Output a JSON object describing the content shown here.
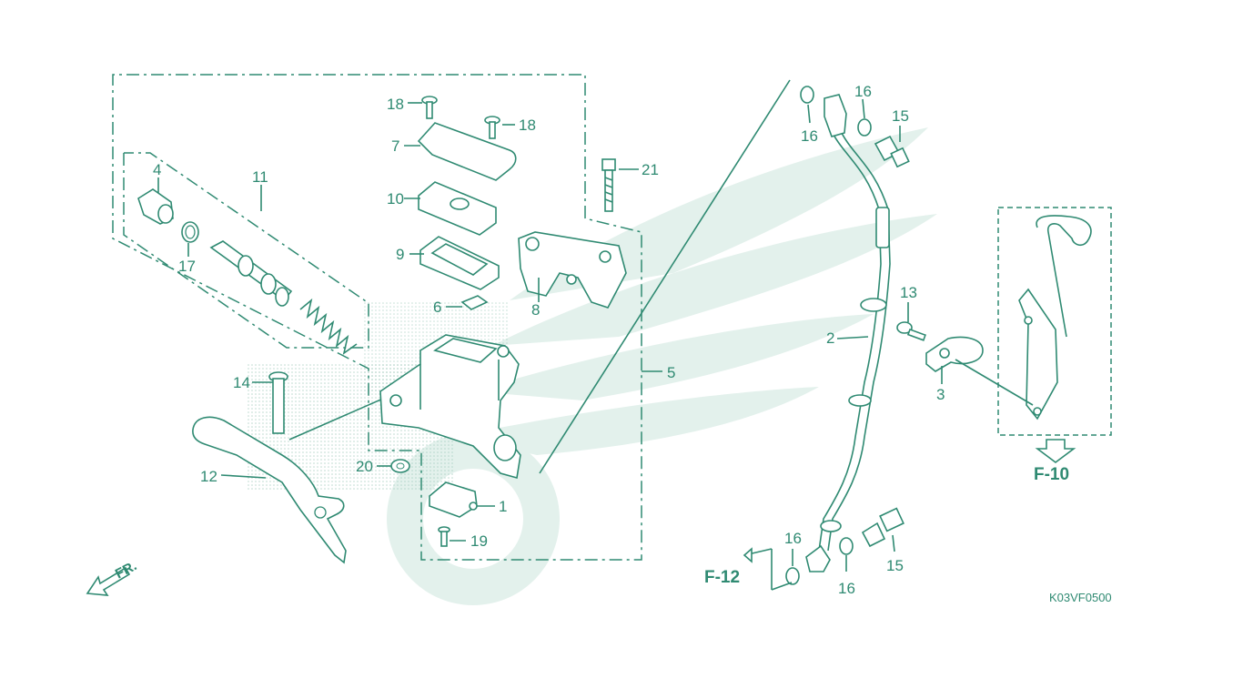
{
  "diagram": {
    "parts": [
      {
        "id": "p1",
        "label": "1"
      },
      {
        "id": "p2",
        "label": "2"
      },
      {
        "id": "p3",
        "label": "3"
      },
      {
        "id": "p4",
        "label": "4"
      },
      {
        "id": "p5",
        "label": "5"
      },
      {
        "id": "p6",
        "label": "6"
      },
      {
        "id": "p7",
        "label": "7"
      },
      {
        "id": "p8",
        "label": "8"
      },
      {
        "id": "p9",
        "label": "9"
      },
      {
        "id": "p10",
        "label": "10"
      },
      {
        "id": "p11",
        "label": "11"
      },
      {
        "id": "p12",
        "label": "12"
      },
      {
        "id": "p13",
        "label": "13"
      },
      {
        "id": "p14",
        "label": "14"
      },
      {
        "id": "p15a",
        "label": "15"
      },
      {
        "id": "p15b",
        "label": "15"
      },
      {
        "id": "p16a",
        "label": "16"
      },
      {
        "id": "p16b",
        "label": "16"
      },
      {
        "id": "p16c",
        "label": "16"
      },
      {
        "id": "p16d",
        "label": "16"
      },
      {
        "id": "p17",
        "label": "17"
      },
      {
        "id": "p18a",
        "label": "18"
      },
      {
        "id": "p18b",
        "label": "18"
      },
      {
        "id": "p19",
        "label": "19"
      },
      {
        "id": "p20",
        "label": "20"
      },
      {
        "id": "p21",
        "label": "21"
      }
    ],
    "refs": {
      "f10": "F-10",
      "f12": "F-12"
    },
    "front_marker": "FR.",
    "diagram_code": "K03VF0500",
    "colors": {
      "line": "#2f8a72",
      "watermark": "#e3f1ec"
    }
  }
}
